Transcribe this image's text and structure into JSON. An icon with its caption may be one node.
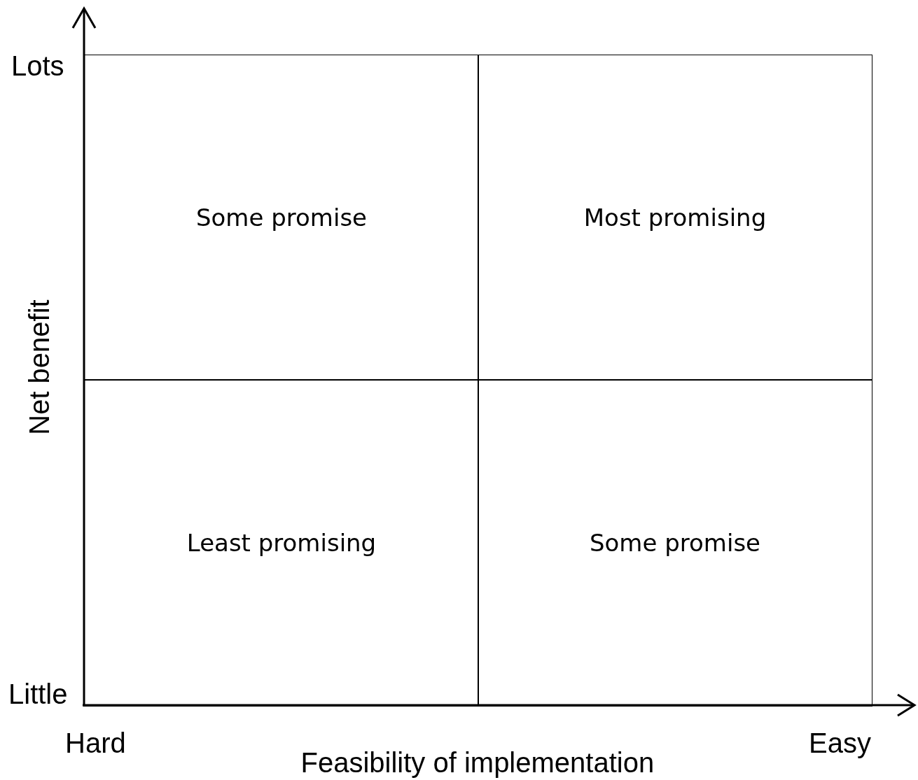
{
  "diagram": {
    "nodes": [
      {
        "text": [
          "Some promise"
        ]
      },
      {
        "text": [
          "Most promising"
        ]
      },
      {
        "text": [
          "Least promising"
        ]
      },
      {
        "text": [
          "Some promise"
        ]
      }
    ],
    "edges": [],
    "labels": [
      "Lots",
      "Net benefit",
      "Little",
      "Hard",
      "Feasibility of implementation",
      "Easy"
    ]
  }
}
